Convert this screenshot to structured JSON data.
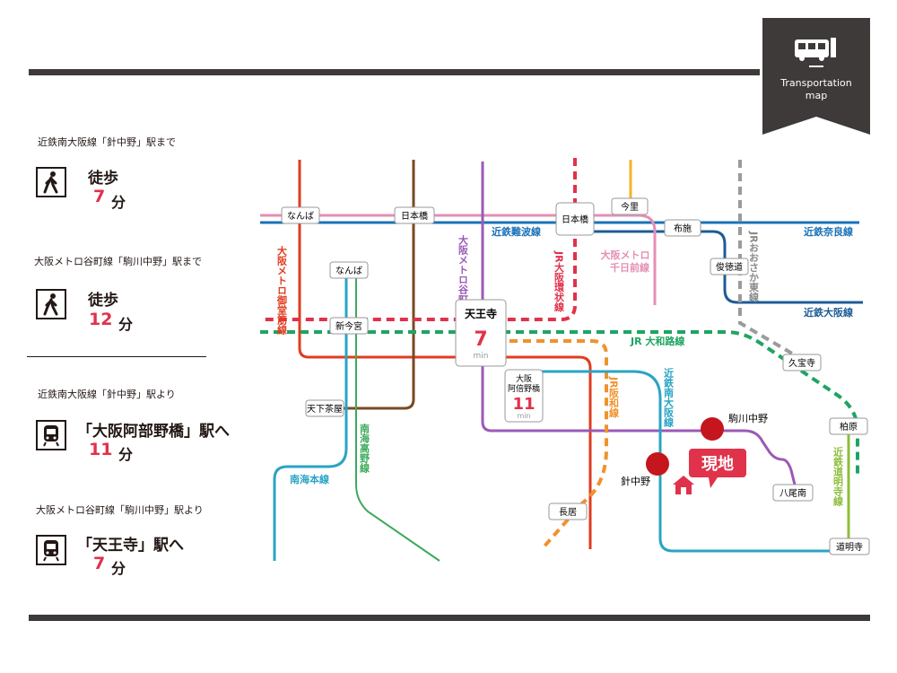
{
  "badge": {
    "title_line1": "Transportation",
    "title_line2": "map",
    "icon": "bus-train-icon"
  },
  "access": [
    {
      "caption": "近鉄南大阪線「針中野」駅まで",
      "icon": "walking-person-icon",
      "mode": "徒歩",
      "number": "7",
      "unit": "分"
    },
    {
      "caption": "大阪メトロ谷町線「駒川中野」駅まで",
      "icon": "walking-person-icon",
      "mode": "徒歩",
      "number": "12",
      "unit": "分"
    },
    {
      "caption": "近鉄南大阪線「針中野」駅より",
      "icon": "train-icon",
      "mode": "「大阪阿部野橋」駅へ",
      "number": "11",
      "unit": "分"
    },
    {
      "caption": "大阪メトロ谷町線「駒川中野」駅より",
      "icon": "train-icon",
      "mode": "「天王寺」駅へ",
      "number": "7",
      "unit": "分"
    }
  ],
  "map": {
    "stations": {
      "namba1": "なんば",
      "nipponbashi1": "日本橋",
      "nipponbashi2": "日本橋",
      "imazato": "今里",
      "fuse": "布施",
      "shuntokumichi": "俊徳道",
      "namba2": "なんば",
      "shinimamiya": "新今宮",
      "kyuhoji": "久宝寺",
      "tengachaya": "天下茶屋",
      "kashiwara": "柏原",
      "yao_minami": "八尾南",
      "nagai": "長居",
      "domyoji": "道明寺",
      "komagawa_nakano": "駒川中野",
      "harinakano": "針中野"
    },
    "hub_tennoji": {
      "name": "天王寺",
      "minutes": "7",
      "unit": "min"
    },
    "hub_abenobashi": {
      "name_line1": "大阪",
      "name_line2": "阿倍野橋",
      "minutes": "11",
      "unit": "min"
    },
    "lines": {
      "kintetsu_namba": "近鉄難波線",
      "kintetsu_nara": "近鉄奈良線",
      "kintetsu_osaka": "近鉄大阪線",
      "jr_yamatoji": "JR 大和路線",
      "nankai_main": "南海本線",
      "midosuji": "大阪メトロ御堂筋線",
      "tanimachi": "大阪メトロ谷町線",
      "loop": "JR大阪環状線",
      "sennichimae": "大阪メトロ千日前線",
      "osaka_higashi": "JRおおさか東線",
      "nankai_koya": "南海高野線",
      "hanwa": "JR阪和線",
      "minami_osaka": "近鉄南大阪線",
      "domyoji_line": "近鉄道明寺線"
    },
    "site_label": "現地",
    "colors": {
      "midosuji": "#e03c1f",
      "sakaisuji": "#7a4a23",
      "tanimachi": "#9b59b6",
      "kintetsu": "#1a72b8",
      "loop": "#e0324b",
      "sennichimae": "#e58fb5",
      "yamatoji": "#1fa463",
      "hanwa": "#f0922d",
      "minami_osaka": "#2aa4c4",
      "nankai_koya": "#3daa5b",
      "osaka_higashi": "#9b9b9b",
      "kintetsu_osaka": "#1d5c96",
      "domyoji": "#8dbd3a",
      "imazatosuji": "#f5b325",
      "accent": "#e0324b"
    }
  }
}
